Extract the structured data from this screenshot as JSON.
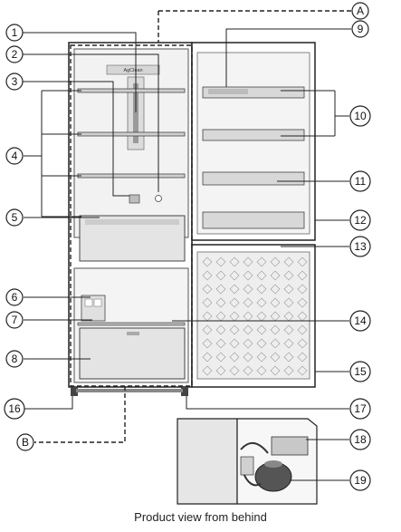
{
  "callouts": [
    {
      "id": "c1",
      "label": "1"
    },
    {
      "id": "c2",
      "label": "2"
    },
    {
      "id": "c3",
      "label": "3"
    },
    {
      "id": "c4",
      "label": "4"
    },
    {
      "id": "c5",
      "label": "5"
    },
    {
      "id": "c6",
      "label": "6"
    },
    {
      "id": "c7",
      "label": "7"
    },
    {
      "id": "c8",
      "label": "8"
    },
    {
      "id": "c9",
      "label": "9"
    },
    {
      "id": "c10",
      "label": "10"
    },
    {
      "id": "c11",
      "label": "11"
    },
    {
      "id": "c12",
      "label": "12"
    },
    {
      "id": "c13",
      "label": "13"
    },
    {
      "id": "c14",
      "label": "14"
    },
    {
      "id": "c15",
      "label": "15"
    },
    {
      "id": "c16",
      "label": "16"
    },
    {
      "id": "c17",
      "label": "17"
    },
    {
      "id": "c18",
      "label": "18"
    },
    {
      "id": "c19",
      "label": "19"
    }
  ],
  "section_labels": {
    "a": "A",
    "b": "B"
  },
  "panel_badge": "AgClean",
  "caption": "Product view from behind"
}
